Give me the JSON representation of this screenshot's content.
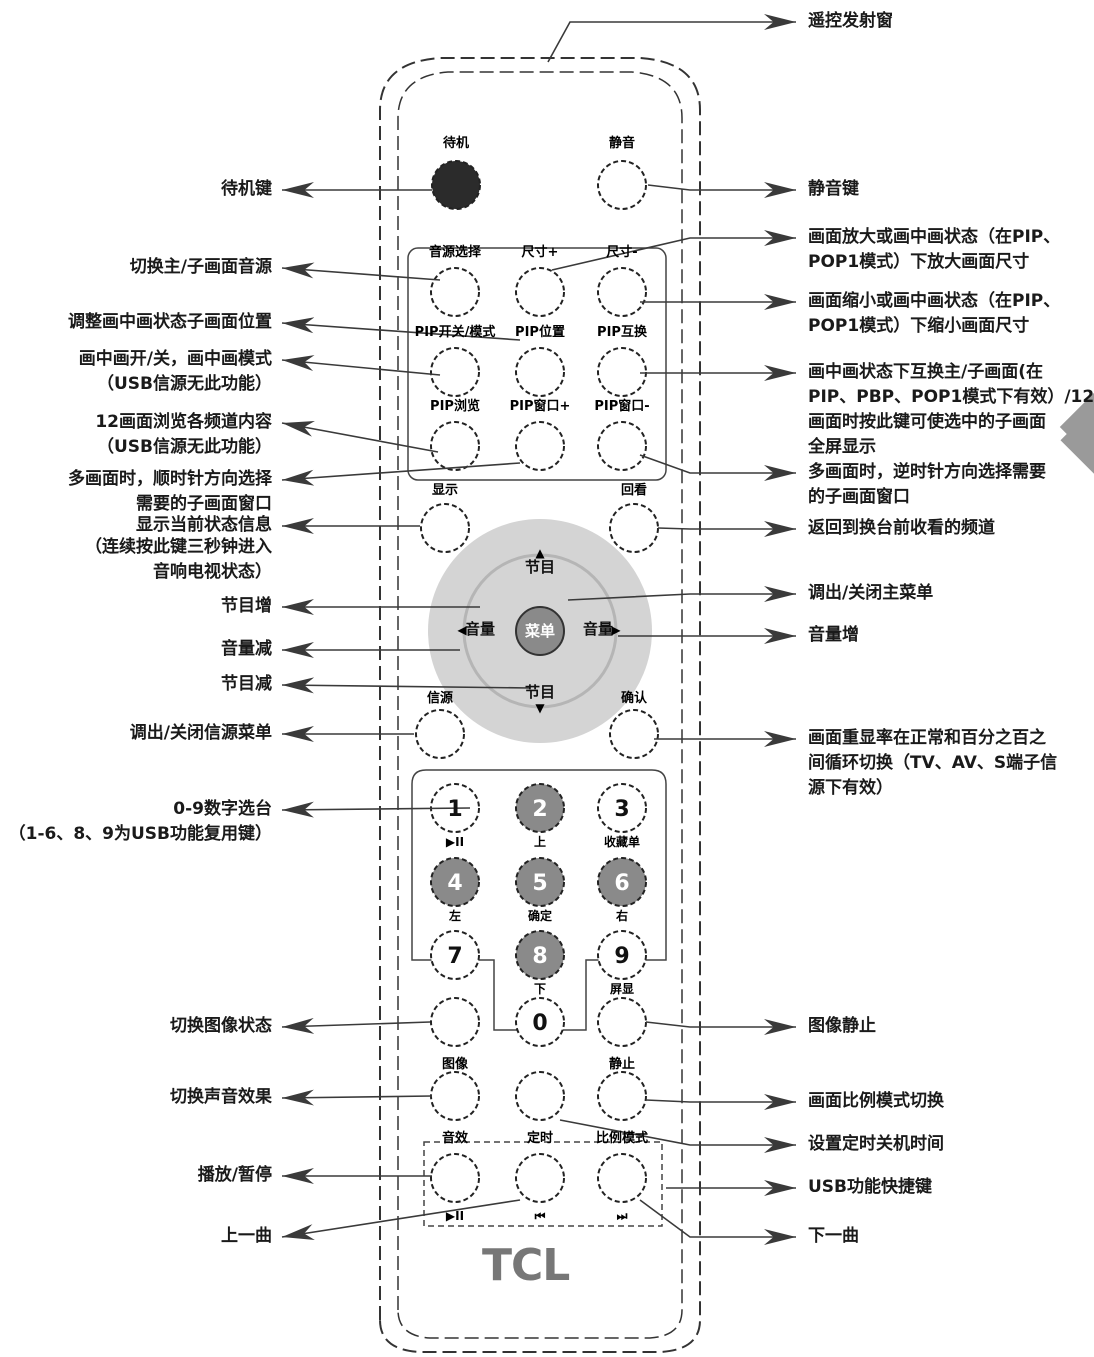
{
  "brand": "TCL",
  "remote_buttons": [
    {
      "id": "standby",
      "label": "待机",
      "color": "#2b2b2b"
    },
    {
      "id": "mute",
      "label": "静音"
    },
    {
      "id": "audio-select",
      "label": "音源选择"
    },
    {
      "id": "size-plus",
      "label": "尺寸+"
    },
    {
      "id": "size-minus",
      "label": "尺寸-"
    },
    {
      "id": "pip-mode",
      "label": "PIP开关/模式"
    },
    {
      "id": "pip-position",
      "label": "PIP位置"
    },
    {
      "id": "pip-swap",
      "label": "PIP互换"
    },
    {
      "id": "pip-browse",
      "label": "PIP浏览"
    },
    {
      "id": "pip-window-plus",
      "label": "PIP窗口+"
    },
    {
      "id": "pip-window-minus",
      "label": "PIP窗口-"
    },
    {
      "id": "display",
      "label": "显示"
    },
    {
      "id": "recall",
      "label": "回看"
    },
    {
      "id": "source",
      "label": "信源"
    },
    {
      "id": "confirm",
      "label": "确认"
    },
    {
      "id": "picture",
      "label": "图像"
    },
    {
      "id": "freeze",
      "label": "静止"
    },
    {
      "id": "sound",
      "label": "音效"
    },
    {
      "id": "timer",
      "label": "定时"
    },
    {
      "id": "ratio",
      "label": "比例模式"
    }
  ],
  "dpad": {
    "center": "菜单",
    "up": "节目",
    "down": "节目",
    "left": "音量",
    "right": "音量"
  },
  "number_keys": [
    {
      "num": "1",
      "sub": "▶II",
      "color": "#ffffff"
    },
    {
      "num": "2",
      "sub": "上",
      "color": "#8a8a8a"
    },
    {
      "num": "3",
      "sub": "收藏单",
      "color": "#ffffff"
    },
    {
      "num": "4",
      "sub": "左",
      "color": "#8a8a8a"
    },
    {
      "num": "5",
      "sub": "确定",
      "color": "#8a8a8a"
    },
    {
      "num": "6",
      "sub": "右",
      "color": "#8a8a8a"
    },
    {
      "num": "7",
      "sub": "",
      "color": "#ffffff"
    },
    {
      "num": "8",
      "sub": "下",
      "color": "#8a8a8a"
    },
    {
      "num": "9",
      "sub": "屏显",
      "color": "#ffffff"
    },
    {
      "num": "0",
      "sub": "",
      "color": "#ffffff"
    }
  ],
  "usb_keys": [
    "▶II",
    "⏮",
    "⏭"
  ],
  "callouts_left": [
    "待机键",
    "切换主/子画面音源",
    "调整画中画状态子画面位置",
    "画中画开/关，画中画模式\n（USB信源无此功能）",
    "12画面浏览各频道内容\n（USB信源无此功能）",
    "多画面时，顺时针方向选择\n需要的子画面窗口",
    "显示当前状态信息",
    "（连续按此键三秒钟进入\n音响电视状态）",
    "节目增",
    "音量减",
    "节目减",
    "调出/关闭信源菜单",
    "0-9数字选台\n（1-6、8、9为USB功能复用键）",
    "切换图像状态",
    "切换声音效果",
    "播放/暂停",
    "上一曲"
  ],
  "callouts_right": [
    "遥控发射窗",
    "静音键",
    "画面放大或画中画状态（在PIP、\nPOP1模式）下放大画面尺寸",
    "画面缩小或画中画状态（在PIP、\nPOP1模式）下缩小画面尺寸",
    "画中画状态下互换主/子画面(在\nPIP、PBP、POP1模式下有效）/12\n画面时按此键可使选中的子画面\n全屏显示",
    "多画面时，逆时针方向选择需要\n的子画面窗口",
    "返回到换台前收看的频道",
    "调出/关闭主菜单",
    "音量增",
    "画面重显率在正常和百分之百之\n间循环切换（TV、AV、S端子信\n源下有效）",
    "图像静止",
    "画面比例模式切换",
    "设置定时关机时间",
    "USB功能快捷键",
    "下一曲"
  ],
  "colors": {
    "dpad_outer": "#d4d4d4",
    "dpad_inner": "#9a9a9a",
    "arrow": "#3a3a3a",
    "brand": "#777777"
  }
}
